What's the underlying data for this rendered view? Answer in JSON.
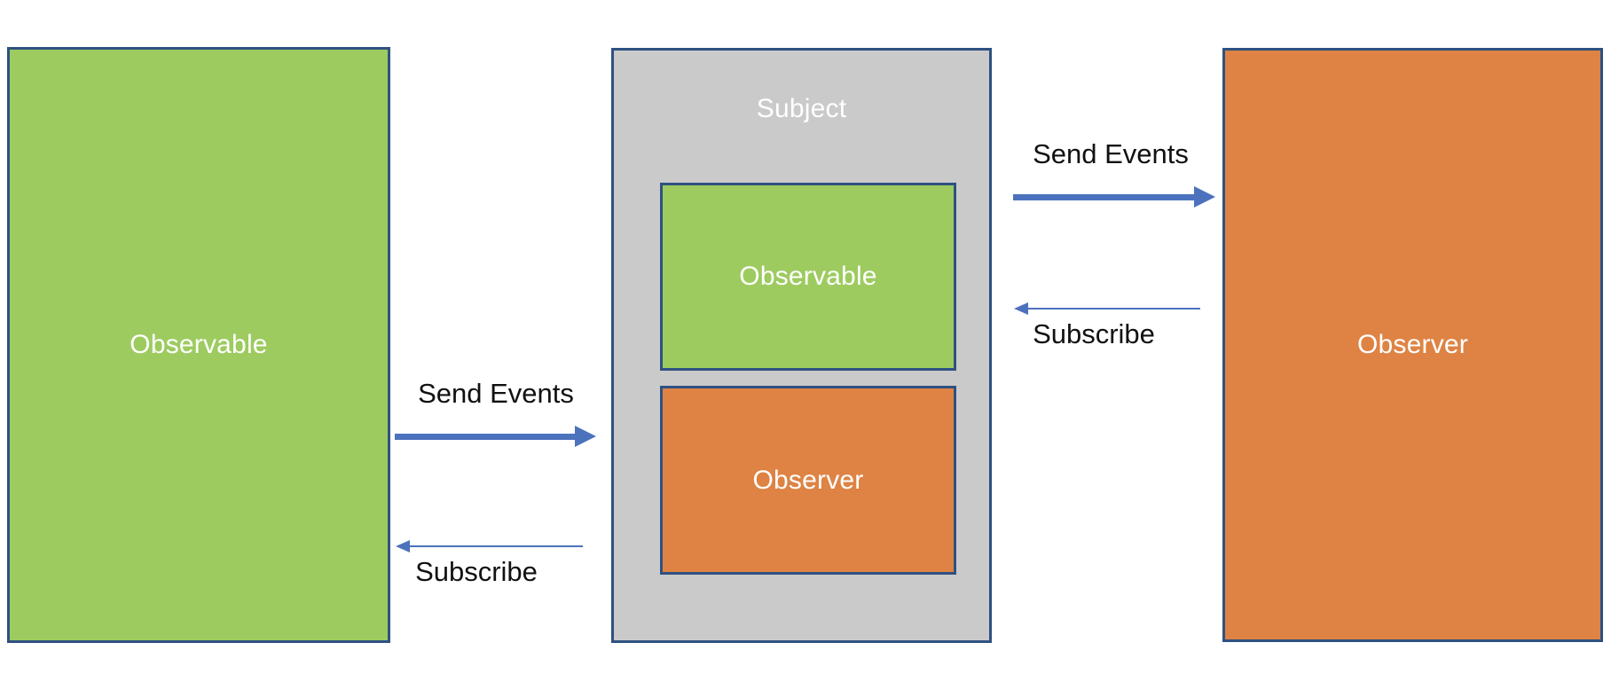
{
  "boxes": {
    "left": {
      "label": "Observable"
    },
    "subject": {
      "label": "Subject",
      "observable": {
        "label": "Observable"
      },
      "observer": {
        "label": "Observer"
      }
    },
    "right": {
      "label": "Observer"
    }
  },
  "connections": {
    "left": {
      "send_events": "Send Events",
      "subscribe": "Subscribe"
    },
    "right": {
      "send_events": "Send Events",
      "subscribe": "Subscribe"
    }
  },
  "colors": {
    "green": "#9DCB60",
    "orange": "#DE8344",
    "gray": "#CBCACA",
    "border": "#2F5182",
    "arrow_blue": "#4C72BD",
    "label_text": "#FFFFFF",
    "arrow_label_text": "#111111",
    "background": "#FFFFFF"
  }
}
